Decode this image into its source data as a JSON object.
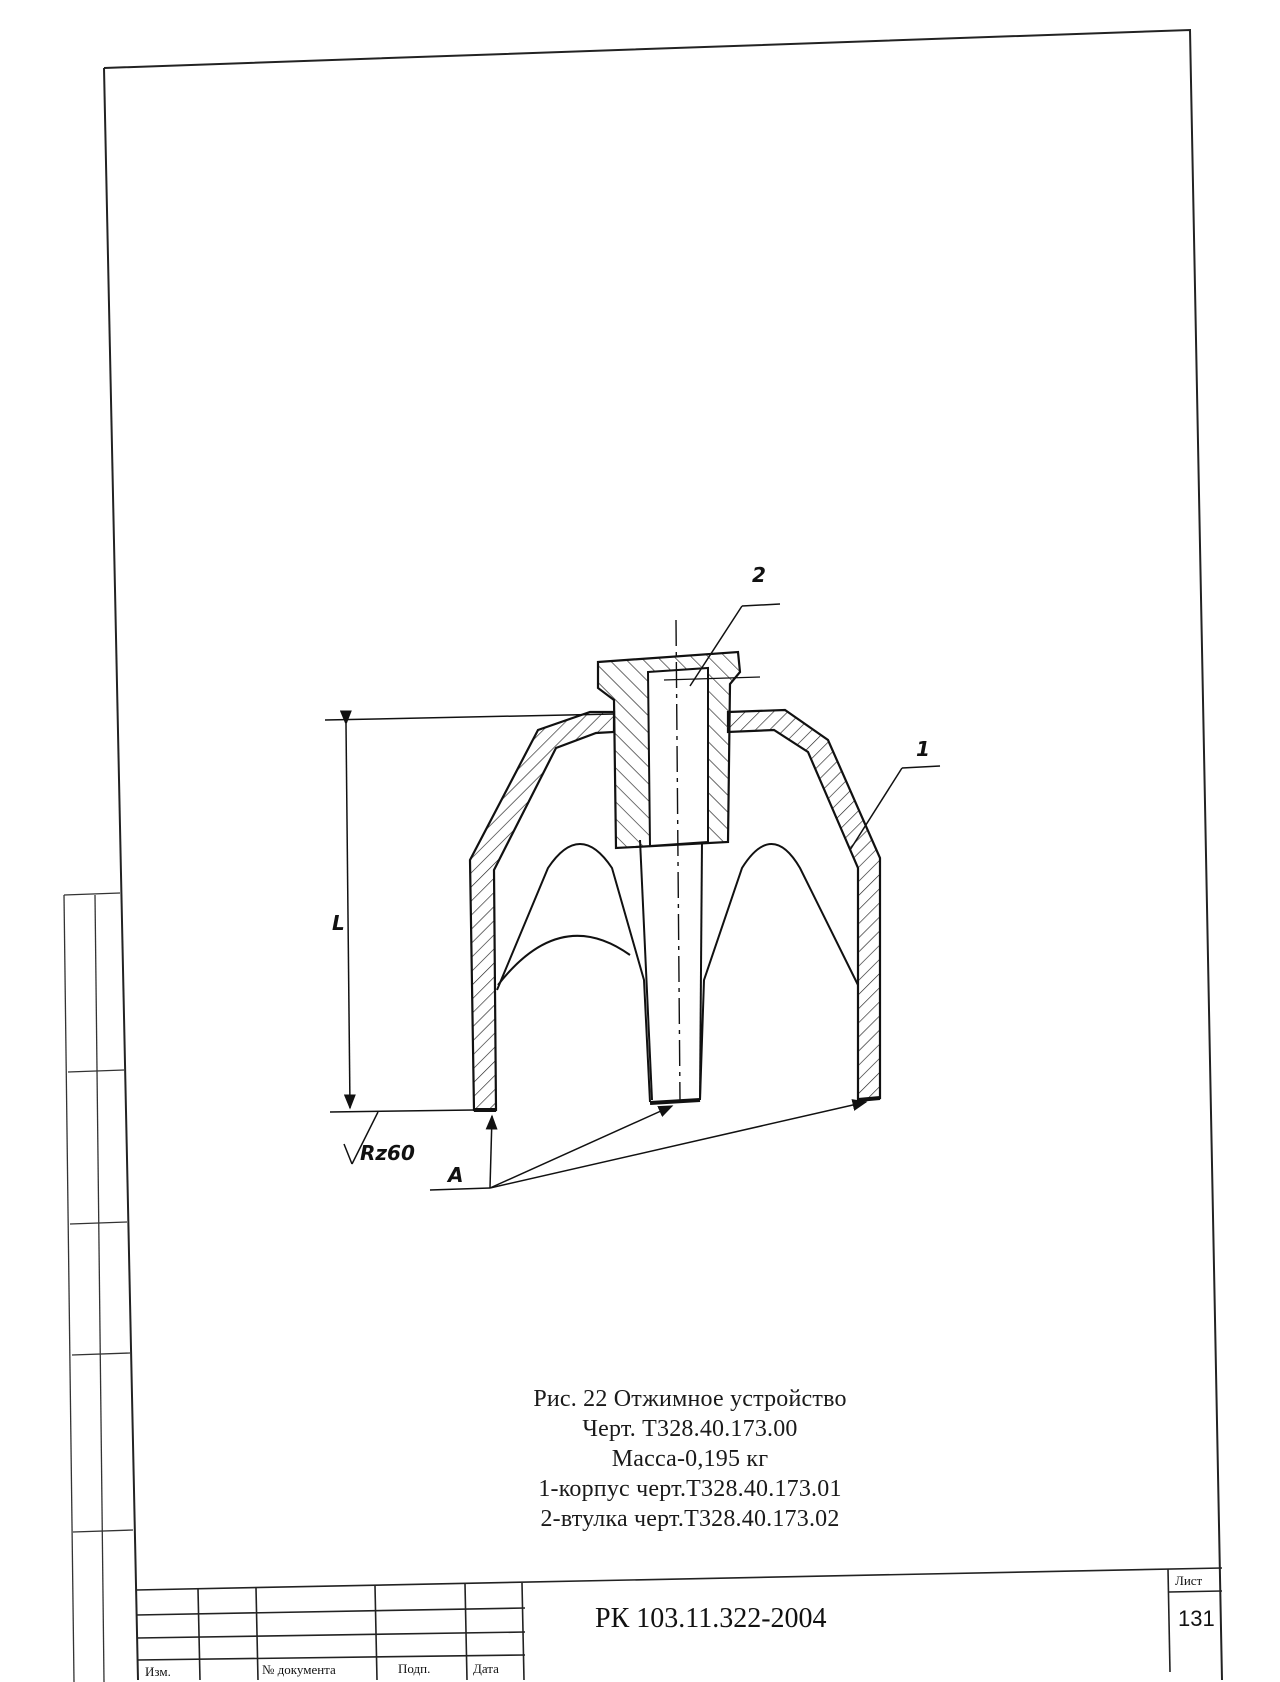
{
  "drawing": {
    "labels": {
      "part_2": "2",
      "part_1": "1",
      "dimension_l": "L",
      "roughness": "Rz60",
      "surface_a": "A"
    }
  },
  "caption": {
    "line1": "Рис. 22  Отжимное устройство",
    "line2": "Черт. Т328.40.173.00",
    "line3": "Масса-0,195 кг",
    "line4": "1-корпус черт.Т328.40.173.01",
    "line5": "2-втулка черт.Т328.40.173.02"
  },
  "title_block": {
    "document_code": "РК 103.11.322-2004",
    "sheet_label": "Лист",
    "sheet_number": "131",
    "col_izm": "Изм.",
    "col_doc": "№ документа",
    "col_sign": "Подп.",
    "col_date": "Дата"
  }
}
